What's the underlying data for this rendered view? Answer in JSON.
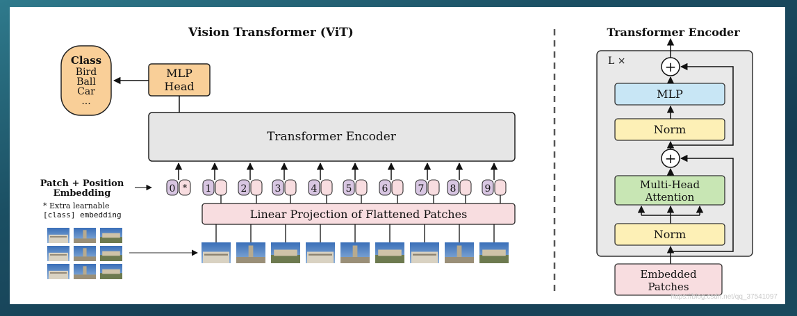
{
  "vit": {
    "title": "Vision Transformer (ViT)",
    "class_box": {
      "heading": "Class",
      "items": [
        "Bird",
        "Ball",
        "Car",
        "..."
      ]
    },
    "mlp_head": [
      "MLP",
      "Head"
    ],
    "encoder_label": "Transformer Encoder",
    "embedding_label": [
      "Patch + Position",
      "Embedding"
    ],
    "extra_note": [
      "* Extra learnable",
      "[class] embedding"
    ],
    "tokens": [
      "0",
      "1",
      "2",
      "3",
      "4",
      "5",
      "6",
      "7",
      "8",
      "9"
    ],
    "class_token_marker": "*",
    "projection_label": "Linear Projection of Flattened Patches"
  },
  "encoder_detail": {
    "title": "Transformer Encoder",
    "repeat_label": "L ×",
    "plus_symbol": "+",
    "mlp_label": "MLP",
    "norm_label": "Norm",
    "attention_label": [
      "Multi-Head",
      "Attention"
    ],
    "input_label": [
      "Embedded",
      "Patches"
    ]
  },
  "watermark": "https://blog.csdn.net/qq_37541097",
  "colors": {
    "class_box": "#f9cf98",
    "mlp_head": "#f9cf98",
    "encoder_box": "#e6e6e6",
    "token": "#d8c6e2",
    "projection": "#f8dde0",
    "mlp_block": "#c8e6f5",
    "norm_block": "#fdf0b6",
    "attention_block": "#c8e6b4",
    "embedded_patches": "#f8dde0",
    "encoder_outer": "#e9e9e9"
  },
  "icons": {
    "next_slide": "chevron-right-icon",
    "image_patch": "photo-patch-icon"
  }
}
